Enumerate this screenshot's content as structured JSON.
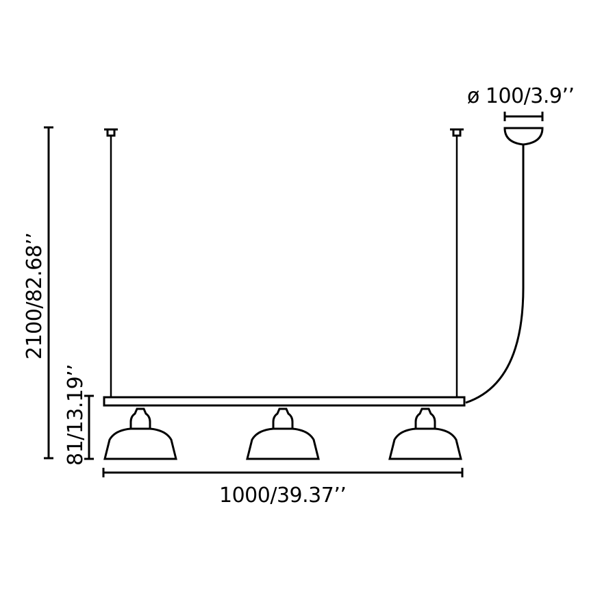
{
  "diagram": {
    "type": "technical-dimension-drawing",
    "subject": "three-shade linear pendant lamp",
    "dimensions": {
      "canopy_diameter": "ø 100/3.9’’",
      "total_height": "2100/82.68’’",
      "lamp_height": "81/13.19’’",
      "total_width": "1000/39.37’’"
    },
    "components": {
      "shades": 3,
      "suspension_cables": 2,
      "power_cable": 1,
      "canopy": 1,
      "bar": 1
    },
    "colors": {
      "line": "#000000",
      "background": "#ffffff"
    }
  }
}
